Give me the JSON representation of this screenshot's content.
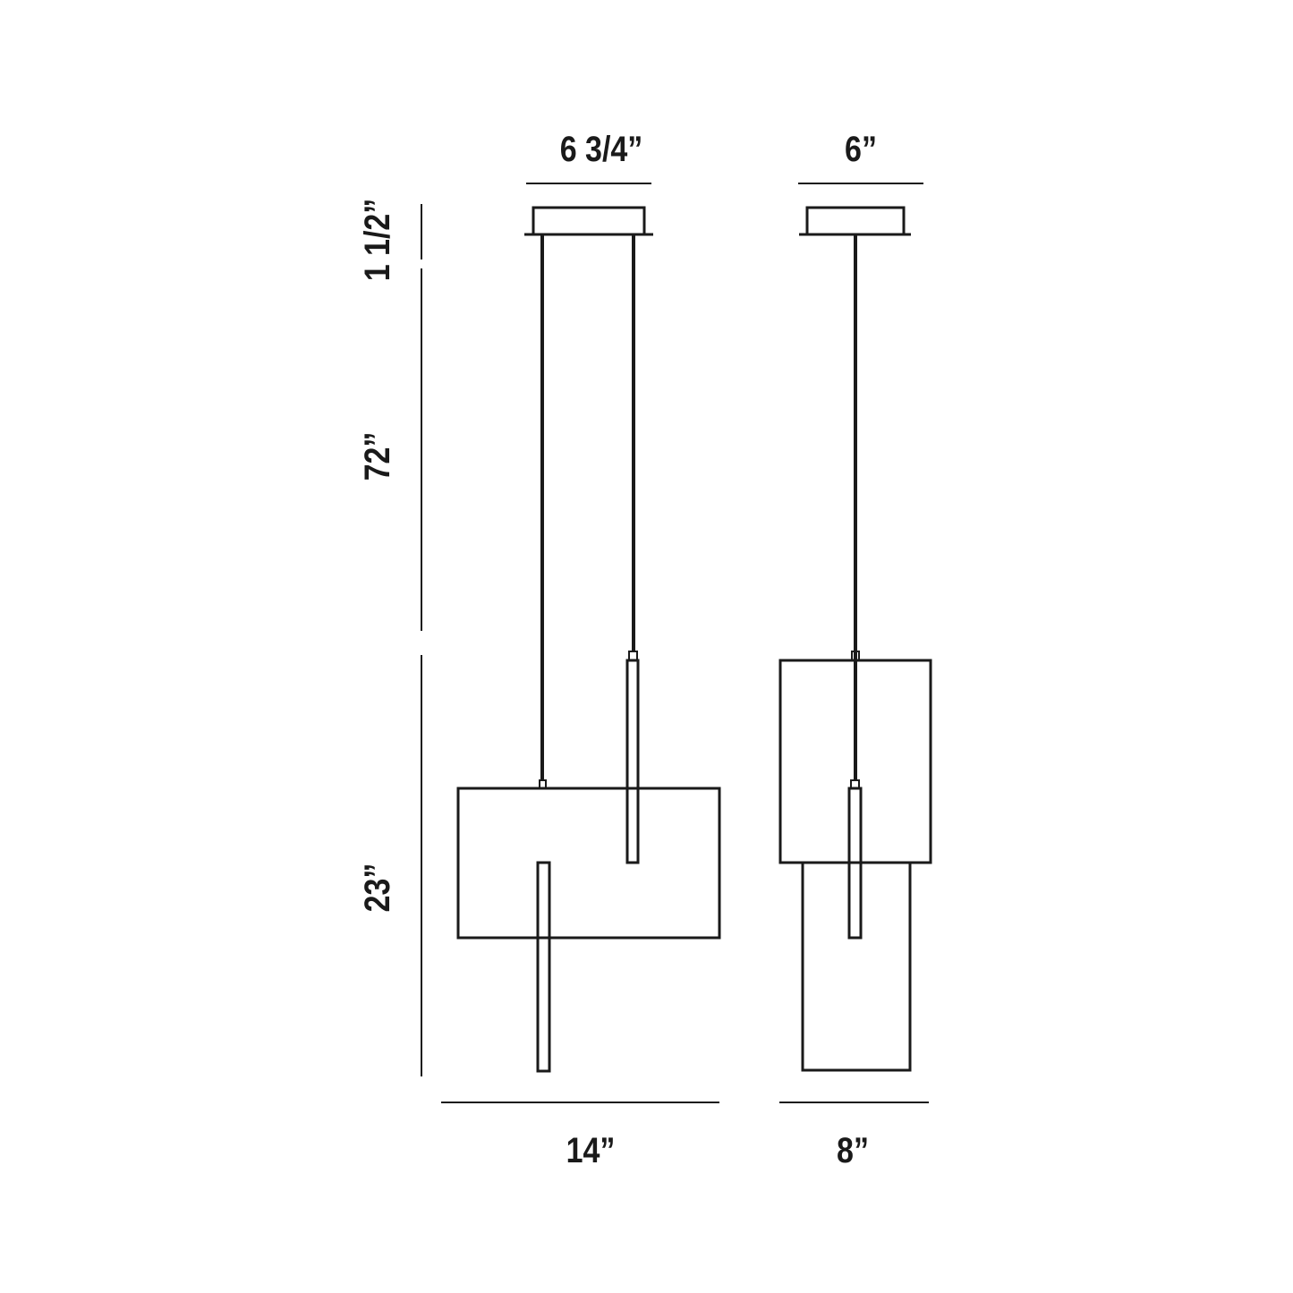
{
  "front_view": {
    "canopy_width": "6 3/4”",
    "overall_width": "14”"
  },
  "side_view": {
    "canopy_width": "6”",
    "overall_width": "8”"
  },
  "heights": {
    "canopy_height": "1 1/2”",
    "cord_length": "72”",
    "fixture_height": "23”"
  },
  "colors": {
    "line": "#1a1a1a",
    "background": "#ffffff"
  }
}
